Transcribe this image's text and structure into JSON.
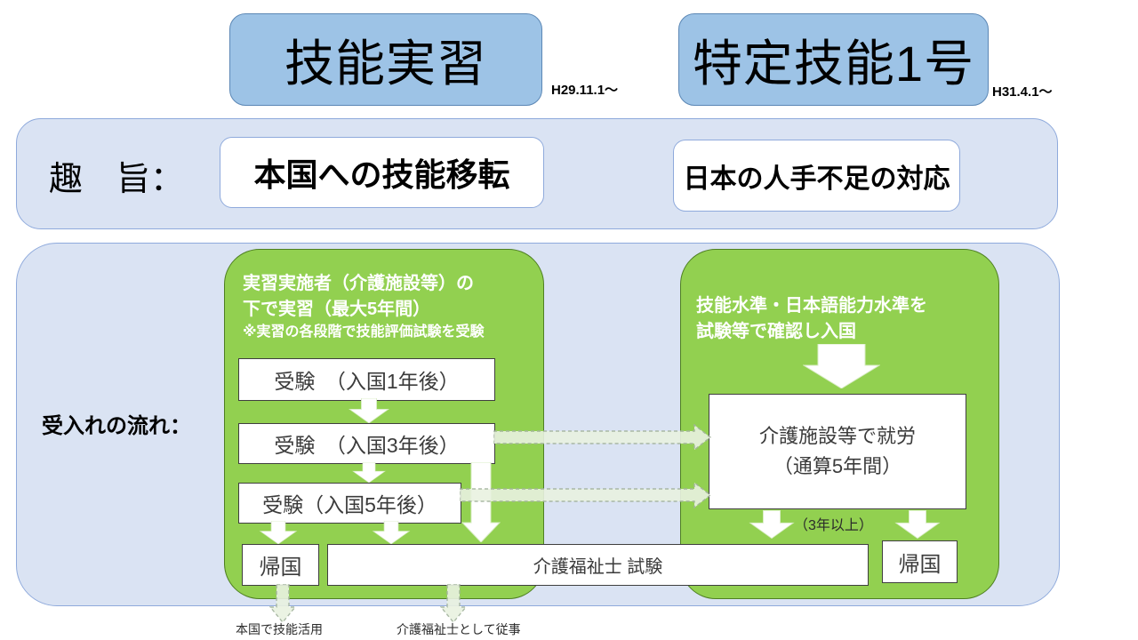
{
  "titles": {
    "left": {
      "label": "技能実習",
      "date": "H29.11.1～"
    },
    "right": {
      "label": "特定技能1号",
      "date": "H31.4.1～"
    }
  },
  "purpose": {
    "label": "趣　旨：",
    "left_box": "本国への技能移転",
    "right_box": "日本の人手不足の対応"
  },
  "flow": {
    "label": "受入れの流れ：",
    "training": {
      "header_line1": "実習実施者（介護施設等）の",
      "header_line2": "下で実習（最大5年間）",
      "header_note": "※実習の各段階で技能評価試験を受験",
      "exam_year1": "受験　（入国1年後）",
      "exam_year3": "受験　（入国3年後）",
      "exam_year5": "受験（入国5年後）",
      "return_home": "帰国",
      "national_exam": "介護福祉士 試験"
    },
    "specified": {
      "header_line1": "技能水準・日本語能力水準を",
      "header_line2": "試験等で確認し入国",
      "work_line1": "介護施設等で就労",
      "work_line2": "（通算5年間）",
      "years_note": "（3年以上）",
      "return_home": "帰国"
    }
  },
  "footer": {
    "left_note": "本国で技能活用",
    "right_note": "介護福祉士として従事"
  },
  "colors": {
    "title_box": "#9dc3e6",
    "title_box_border": "#5b87b5",
    "panel_bg": "#dae3f3",
    "panel_border": "#8faadc",
    "green_box": "#92d050",
    "green_border": "#4e7f22",
    "white_box_border": "#3f3f3f",
    "dashed_arrow_fill": "#e9f2e1",
    "dashed_arrow_stroke": "#a3b39d"
  }
}
